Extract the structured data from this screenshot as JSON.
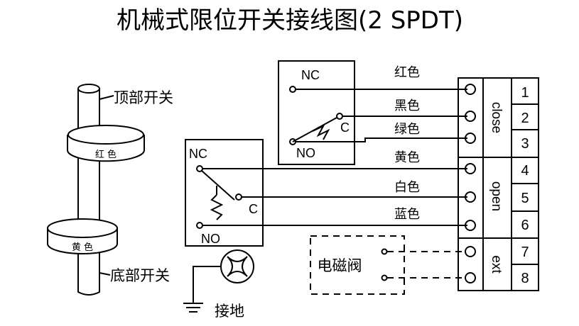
{
  "title": "机械式限位开关接线图(2 SPDT)",
  "shaft": {
    "top_label": "顶部开关",
    "bottom_label": "底部开关",
    "top_ring_text": "红  色",
    "bottom_ring_text": "黄  色"
  },
  "switch_top": {
    "nc": "NC",
    "c": "C",
    "no": "NO"
  },
  "switch_bottom": {
    "nc": "NC",
    "c": "C",
    "no": "NO"
  },
  "wires": [
    "红色",
    "黑色",
    "绿色",
    "黄色",
    "白色",
    "蓝色"
  ],
  "terminal": {
    "numbers": [
      "1",
      "2",
      "3",
      "4",
      "5",
      "6",
      "7",
      "8"
    ],
    "groups": [
      "close",
      "open",
      "ext"
    ]
  },
  "solenoid_label": "电磁阀",
  "ground_label": "接地"
}
